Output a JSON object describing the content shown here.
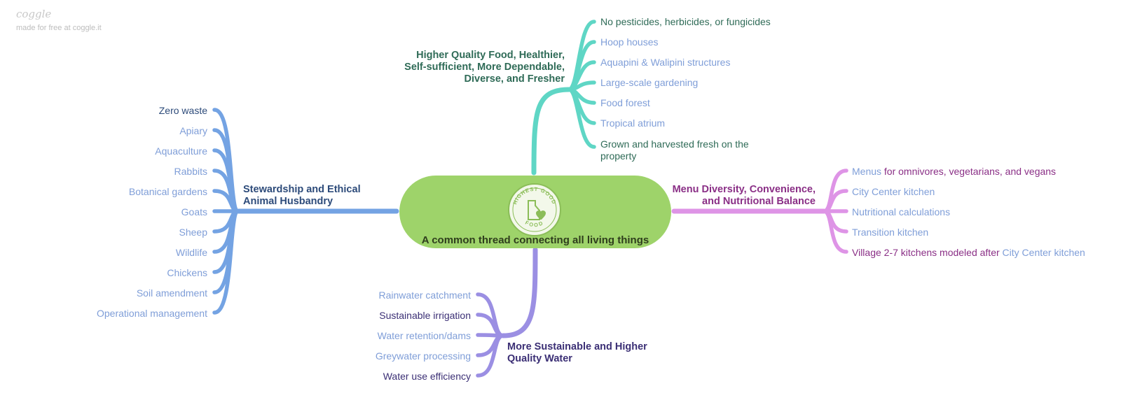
{
  "watermark": {
    "logo": "coggle",
    "subtitle": "made for free at coggle.it"
  },
  "central": {
    "label": "A common thread connecting all living things",
    "badge_top": "HIGHEST GOOD",
    "badge_bottom": "FOOD",
    "badge_icon": "bag-heart-icon"
  },
  "colors": {
    "teal": "#5fd6c5",
    "blue": "#74a3e3",
    "pink": "#de94e6",
    "purple": "#9b8fe3",
    "green": "#9ed36a",
    "teal_text": "#2f6b57",
    "blue_text": "#2d4b7a",
    "pink_text": "#8a2f86",
    "purple_text": "#3b2f75",
    "light_item": "#7f9ed8"
  },
  "branches": {
    "top": {
      "title_lines": [
        "Higher Quality Food, Healthier,",
        "Self-sufficient, More Dependable,",
        "Diverse, and Fresher"
      ],
      "items": [
        "No pesticides, herbicides, or fungicides",
        "Hoop houses",
        "Aquapini & Walipini structures",
        "Large-scale gardening",
        "Food forest",
        "Tropical atrium"
      ],
      "last_item_lines": [
        "Grown and harvested fresh on the",
        "property"
      ]
    },
    "left": {
      "title_lines": [
        "Stewardship and Ethical",
        "Animal Husbandry"
      ],
      "items": [
        "Zero waste",
        "Apiary",
        "Aquaculture",
        "Rabbits",
        "Botanical gardens",
        "Goats",
        "Sheep",
        "Wildlife",
        "Chickens",
        "Soil amendment",
        "Operational management"
      ]
    },
    "right": {
      "title_lines": [
        "Menu Diversity, Convenience,",
        "and Nutritional Balance"
      ],
      "menus_link": "Menus",
      "menus_rest": "for omnivores, vegetarians, and vegans",
      "items": [
        "City Center kitchen",
        "Nutritional calculations",
        "Transition kitchen"
      ],
      "village_text": "Village 2-7 kitchens modeled after",
      "village_link": "City Center kitchen"
    },
    "bottom": {
      "title_lines": [
        "More Sustainable and Higher",
        "Quality Water"
      ],
      "items": [
        "Rainwater catchment",
        "Sustainable irrigation",
        "Water retention/dams",
        "Greywater processing",
        "Water use efficiency"
      ]
    }
  }
}
